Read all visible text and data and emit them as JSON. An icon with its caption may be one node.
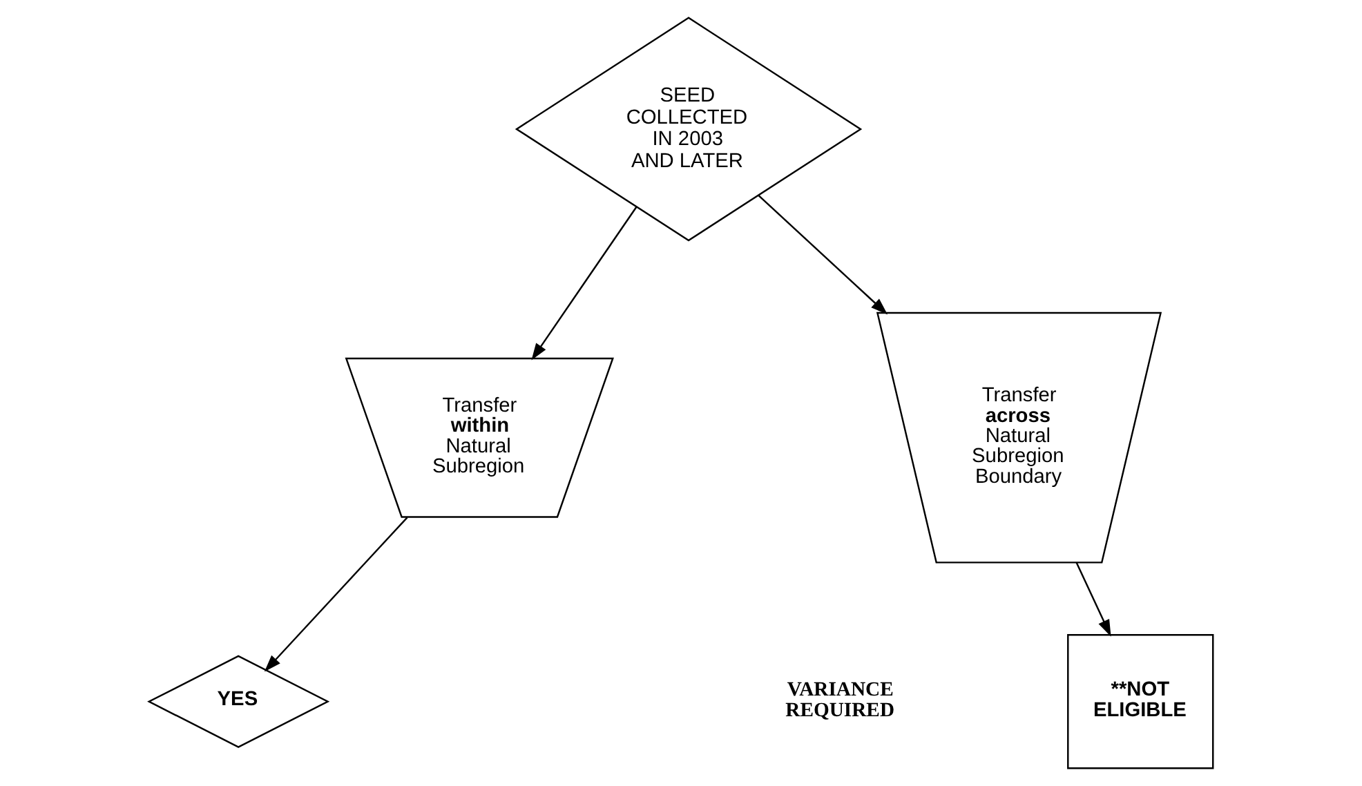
{
  "diagram": {
    "nodes": [
      {
        "text": [
          "SEED COLLECTED IN 2003 AND LATER"
        ]
      },
      {
        "text": [
          "Transfer **within** Natural Subregion"
        ]
      },
      {
        "text": [
          "Transfer **across** Natural Subregion Boundary"
        ]
      },
      {
        "text": [
          "YES"
        ]
      },
      {
        "text": [
          "**NOT ELIGIBLE"
        ]
      }
    ],
    "edges": [
      {
        "from": 0,
        "to": 1,
        "arrow": "to"
      },
      {
        "from": 0,
        "to": 2,
        "arrow": "to"
      },
      {
        "from": 1,
        "to": 3,
        "arrow": "to"
      },
      {
        "from": 2,
        "to": 4,
        "arrow": "to"
      }
    ],
    "labels": [
      "VARIANCE REQUIRED"
    ]
  }
}
